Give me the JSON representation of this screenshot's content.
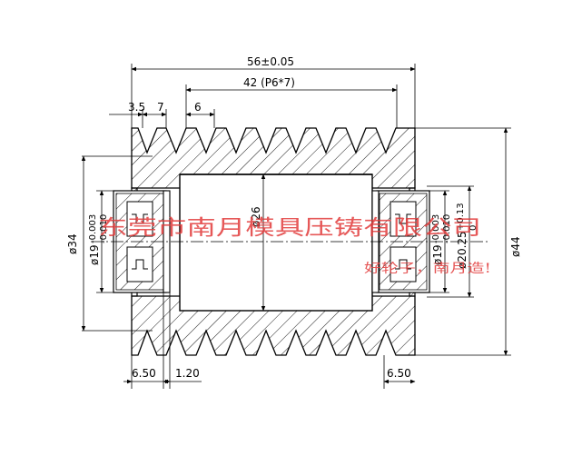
{
  "dimensions": {
    "overall_length": "56±0.05",
    "groove_span": "42 (P6*7)",
    "pitch": "6",
    "edge_offset": "3.5",
    "first_groove": "7",
    "outer_diameter": "ø44",
    "pitch_diameter": "ø34",
    "shaft_bore": "ø26",
    "bearing_left_main": "ø19",
    "bearing_left_tol_upper": "-0.003",
    "bearing_left_tol_lower": "-0.010",
    "bearing_right_main": "ø19",
    "bearing_right_tol_upper": "-0.003",
    "bearing_right_tol_lower": "-0.010",
    "seat_right_main": "ø20.25",
    "seat_right_tol_upper": "+0.13",
    "seat_right_tol_lower": "0",
    "left_seat_width": "6.50",
    "snap_width": "1.20",
    "right_seat_width": "6.50"
  },
  "watermark": {
    "company": "东莞市南月模具压铸有限公司",
    "slogan": "好轮子，南月造!"
  },
  "colors": {
    "line": "#000000",
    "watermark": "#e23b3b"
  }
}
